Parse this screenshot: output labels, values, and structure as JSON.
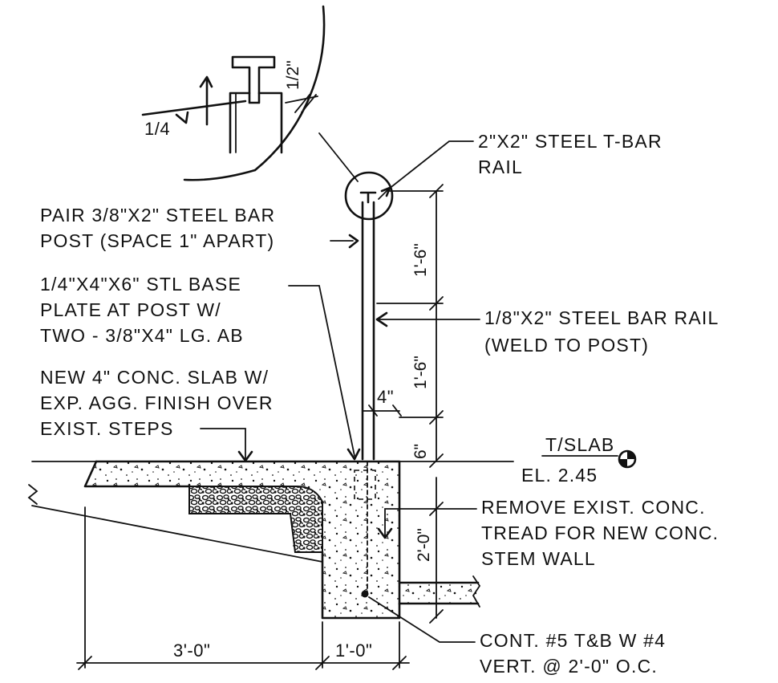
{
  "detail": {
    "weld_callout": {
      "weld_size": "1/4",
      "gap_dim": "1/2\""
    },
    "notes": {
      "t_bar_rail": [
        "2\"X2\" STEEL T-BAR",
        "RAIL"
      ],
      "post": [
        "PAIR 3/8\"X2\" STEEL BAR",
        "POST (SPACE 1\" APART)"
      ],
      "base_plate": [
        "1/4\"X4\"X6\" STL BASE",
        "PLATE AT POST W/",
        "TWO - 3/8\"X4\" LG. AB"
      ],
      "bar_rail": [
        "1/8\"X2\" STEEL BAR RAIL",
        "(WELD TO POST)"
      ],
      "slab": [
        "NEW 4\" CONC. SLAB W/",
        "EXP. AGG. FINISH OVER",
        "EXIST. STEPS"
      ],
      "elevation": {
        "label": "T/SLAB",
        "value": "EL. 2.45"
      },
      "remove_tread": [
        "REMOVE EXIST. CONC.",
        "TREAD FOR NEW CONC.",
        "STEM WALL"
      ],
      "rebar": [
        "CONT. #5 T&B W #4",
        "VERT. @ 2'-0\" O.C."
      ]
    },
    "dimensions": {
      "rail_upper": "1'-6\"",
      "rail_lower": "1'-6\"",
      "post_offset": "4\"",
      "slab_to_rail": "6\"",
      "stem_depth": "2'-0\"",
      "slab_width": "3'-0\"",
      "stem_width": "1'-0\""
    }
  }
}
